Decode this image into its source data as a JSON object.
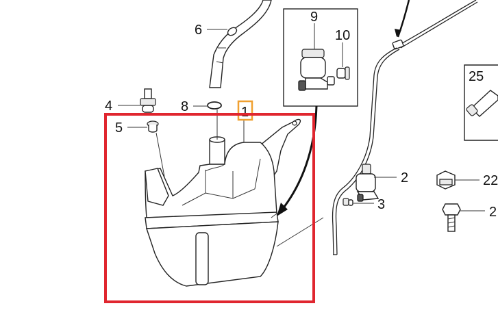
{
  "callouts": {
    "c1": "1",
    "c2": "2",
    "c3": "3",
    "c4": "4",
    "c5": "5",
    "c6": "6",
    "c8": "8",
    "c9": "9",
    "c10": "10",
    "c21": "2",
    "c22": "22",
    "c25": "25"
  },
  "colors": {
    "selection_box": "#e0262f",
    "callout_highlight": "#f0a030",
    "line": "#222222"
  },
  "highlighted_callout": "1"
}
